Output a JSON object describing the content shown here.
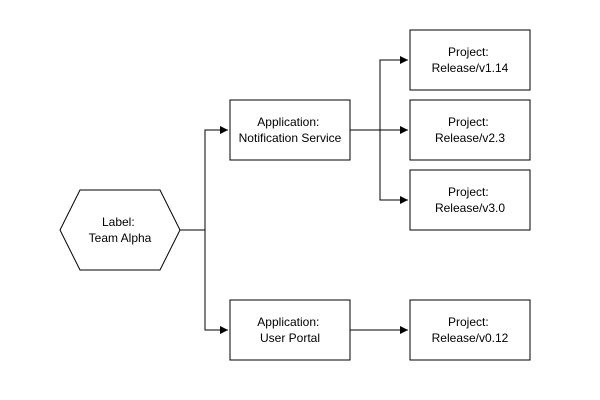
{
  "diagram": {
    "root": {
      "line1": "Label:",
      "line2": "Team Alpha"
    },
    "applications": [
      {
        "line1": "Application:",
        "line2": "Notification Service",
        "projects": [
          {
            "line1": "Project:",
            "line2": "Release/v1.14"
          },
          {
            "line1": "Project:",
            "line2": "Release/v2.3"
          },
          {
            "line1": "Project:",
            "line2": "Release/v3.0"
          }
        ]
      },
      {
        "line1": "Application:",
        "line2": "User Portal",
        "projects": [
          {
            "line1": "Project:",
            "line2": "Release/v0.12"
          }
        ]
      }
    ],
    "colors": {
      "stroke": "#000000",
      "fill": "#ffffff",
      "text": "#000000"
    }
  }
}
